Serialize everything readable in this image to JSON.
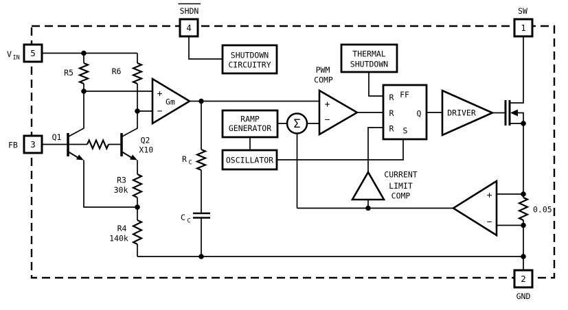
{
  "colors": {
    "ink": "#000000",
    "background": "#ffffff"
  },
  "pins": {
    "vin": {
      "label_main": "V",
      "label_sub": "IN",
      "number": "5"
    },
    "fb": {
      "label": "FB",
      "number": "3"
    },
    "shdn": {
      "label": "SHDN",
      "number": "4"
    },
    "sw": {
      "label": "SW",
      "number": "1"
    },
    "gnd": {
      "label": "GND",
      "number": "2"
    }
  },
  "blocks": {
    "shutdown_circuitry": {
      "line1": "SHUTDOWN",
      "line2": "CIRCUITRY"
    },
    "thermal_shutdown": {
      "line1": "THERMAL",
      "line2": "SHUTDOWN"
    },
    "ramp_generator": {
      "line1": "RAMP",
      "line2": "GENERATOR"
    },
    "oscillator": {
      "label": "OSCILLATOR"
    },
    "flip_flop": {
      "label": "FF",
      "input1": "R",
      "input2": "R",
      "input3": "R",
      "output": "Q",
      "set": "S"
    },
    "driver": {
      "label": "DRIVER"
    },
    "pwm_comp": {
      "line1": "PWM",
      "line2": "COMP",
      "plus": "+",
      "minus": "−"
    },
    "gm_amp": {
      "label": "Gm",
      "plus": "+",
      "minus": "−"
    },
    "current_limit_comp": {
      "line1": "CURRENT",
      "line2": "LIMIT",
      "line3": "COMP"
    },
    "sense_comp": {
      "plus": "+",
      "minus": "−"
    },
    "summer": {
      "symbol": "Σ"
    }
  },
  "components": {
    "r5": {
      "label": "R5"
    },
    "r6": {
      "label": "R6"
    },
    "r3": {
      "label": "R3",
      "value": "30k"
    },
    "r4": {
      "label": "R4",
      "value": "140k"
    },
    "rc": {
      "label_main": "R",
      "label_sub": "C"
    },
    "cc": {
      "label_main": "C",
      "label_sub": "C"
    },
    "sense_resistor": {
      "value": "0.05"
    },
    "q1": {
      "label": "Q1"
    },
    "q2": {
      "label": "Q2",
      "ratio": "X10"
    }
  }
}
